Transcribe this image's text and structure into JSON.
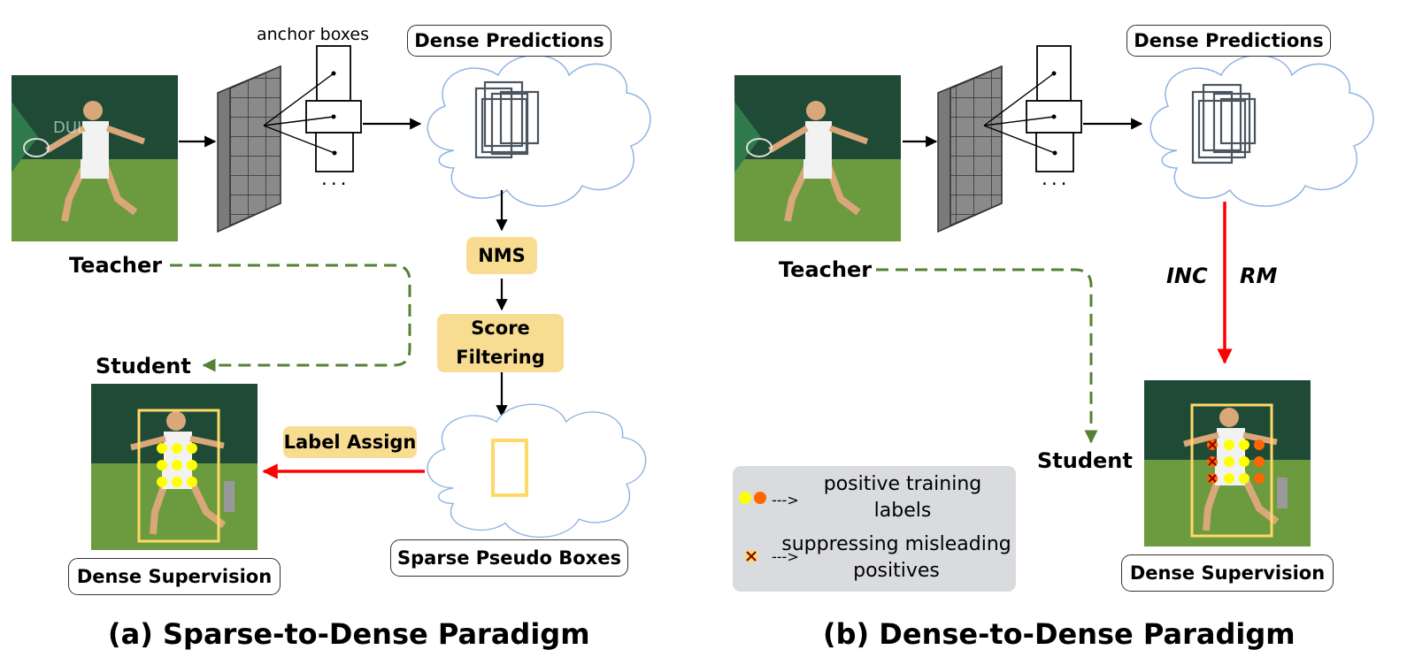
{
  "left": {
    "caption": "(a) Sparse-to-Dense Paradigm",
    "anchor_label": "anchor boxes",
    "ellipsis": "···",
    "dense_predictions": "Dense Predictions",
    "nms": "NMS",
    "score_filtering": "Score Filtering",
    "label_assign": "Label Assign",
    "sparse_pseudo_boxes": "Sparse Pseudo Boxes",
    "dense_supervision": "Dense Supervision",
    "teacher": "Teacher",
    "student": "Student"
  },
  "right": {
    "caption": "(b) Dense-to-Dense Paradigm",
    "ellipsis": "···",
    "dense_predictions": "Dense Predictions",
    "inc": "INC",
    "rm": "RM",
    "dense_supervision": "Dense Supervision",
    "teacher": "Teacher",
    "student": "Student"
  },
  "legend": {
    "positive": "positive training labels",
    "suppressing": "suppressing misleading positives",
    "arrow": "--->"
  },
  "image_text": "DULES",
  "colors": {
    "green_dashed": "#548235",
    "red_arrow": "#ff0000",
    "yellow_dot": "#ffff00",
    "orange_dot": "#ff6600",
    "label_yellow": "#f8dc92",
    "box_yellow": "#ffd966"
  }
}
